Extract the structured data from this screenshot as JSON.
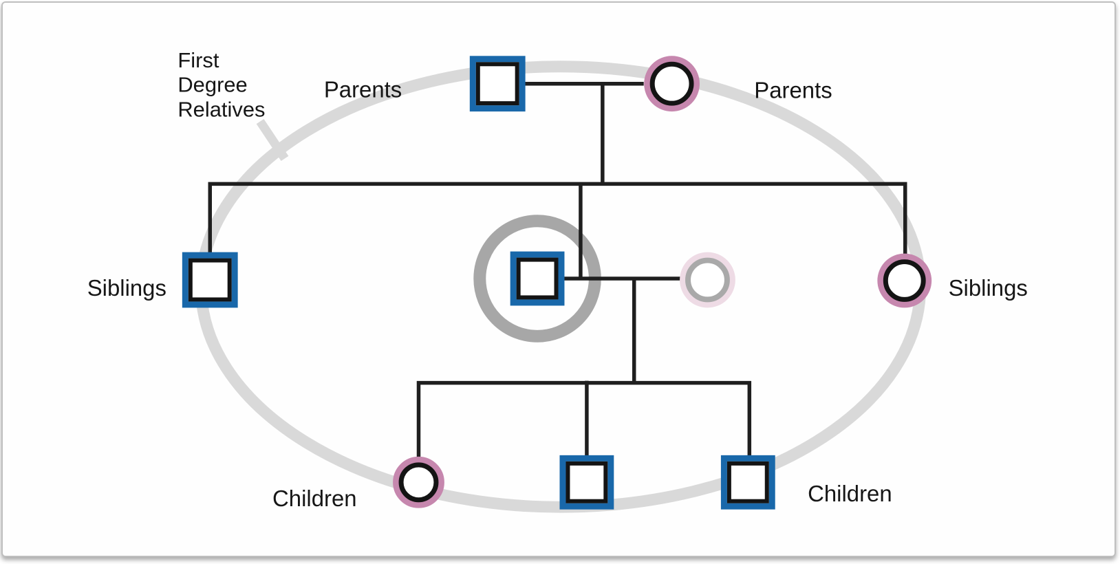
{
  "diagram": {
    "annotation": {
      "lines": [
        "First",
        "Degree",
        "Relatives"
      ]
    },
    "labels": {
      "parents_left": "Parents",
      "parents_right": "Parents",
      "siblings_left": "Siblings",
      "siblings_right": "Siblings",
      "children_left": "Children",
      "children_right": "Children"
    },
    "members": [
      {
        "id": "father",
        "generation": "parents",
        "sex": "male"
      },
      {
        "id": "mother",
        "generation": "parents",
        "sex": "female"
      },
      {
        "id": "sibling-male",
        "generation": "siblings",
        "sex": "male"
      },
      {
        "id": "proband",
        "generation": "siblings",
        "sex": "male",
        "highlighted": true
      },
      {
        "id": "spouse",
        "generation": "siblings",
        "sex": "female",
        "faded": true
      },
      {
        "id": "sibling-female",
        "generation": "siblings",
        "sex": "female"
      },
      {
        "id": "child-female",
        "generation": "children",
        "sex": "female"
      },
      {
        "id": "child-male-1",
        "generation": "children",
        "sex": "male"
      },
      {
        "id": "child-male-2",
        "generation": "children",
        "sex": "male"
      }
    ],
    "colors": {
      "male_outline": "#1968aa",
      "female_outline": "#c687ae",
      "symbol_inner": "#141414",
      "spouse_outer": "#eedbe5",
      "spouse_inner": "#a9a9a9",
      "highlight_ring": "#a7a7a7",
      "boundary": "#d9d9d9",
      "connector": "#1f1f1f",
      "text": "#161616"
    }
  }
}
